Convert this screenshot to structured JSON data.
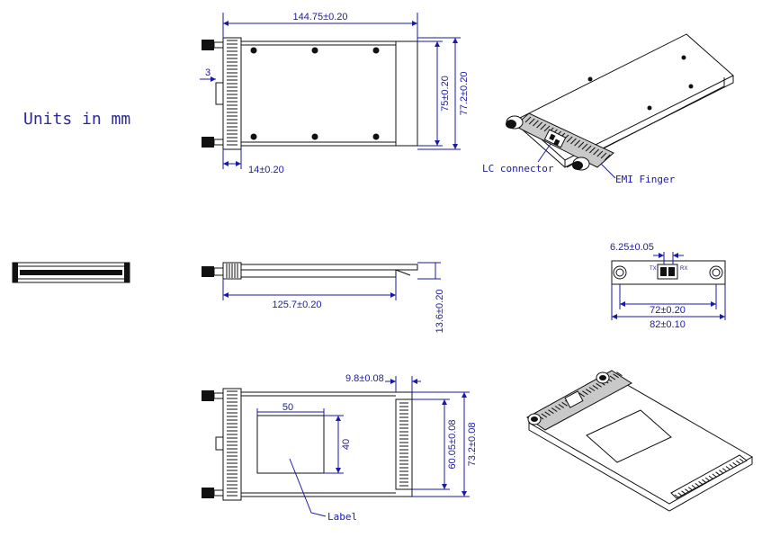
{
  "units_label": "Units in mm",
  "top_view": {
    "dim_length": "144.75±0.20",
    "dim_3": "3",
    "dim_75": "75±0.20",
    "dim_772": "77.2±0.20",
    "dim_14": "14±0.20"
  },
  "iso_top": {
    "lc_connector": "LC connector",
    "emi_finger": "EMI Finger"
  },
  "side_view": {
    "dim_1257": "125.7±0.20",
    "dim_136": "13.6±0.20"
  },
  "front_view": {
    "dim_625": "6.25±0.05",
    "tx": "TX",
    "rx": "RX",
    "dim_72": "72±0.20",
    "dim_82": "82±0.10"
  },
  "bottom_view": {
    "dim_98": "9.8±0.08",
    "dim_50": "50",
    "dim_40": "40",
    "dim_6005": "60.05±0.08",
    "dim_732": "73.2±0.08",
    "label": "Label"
  }
}
